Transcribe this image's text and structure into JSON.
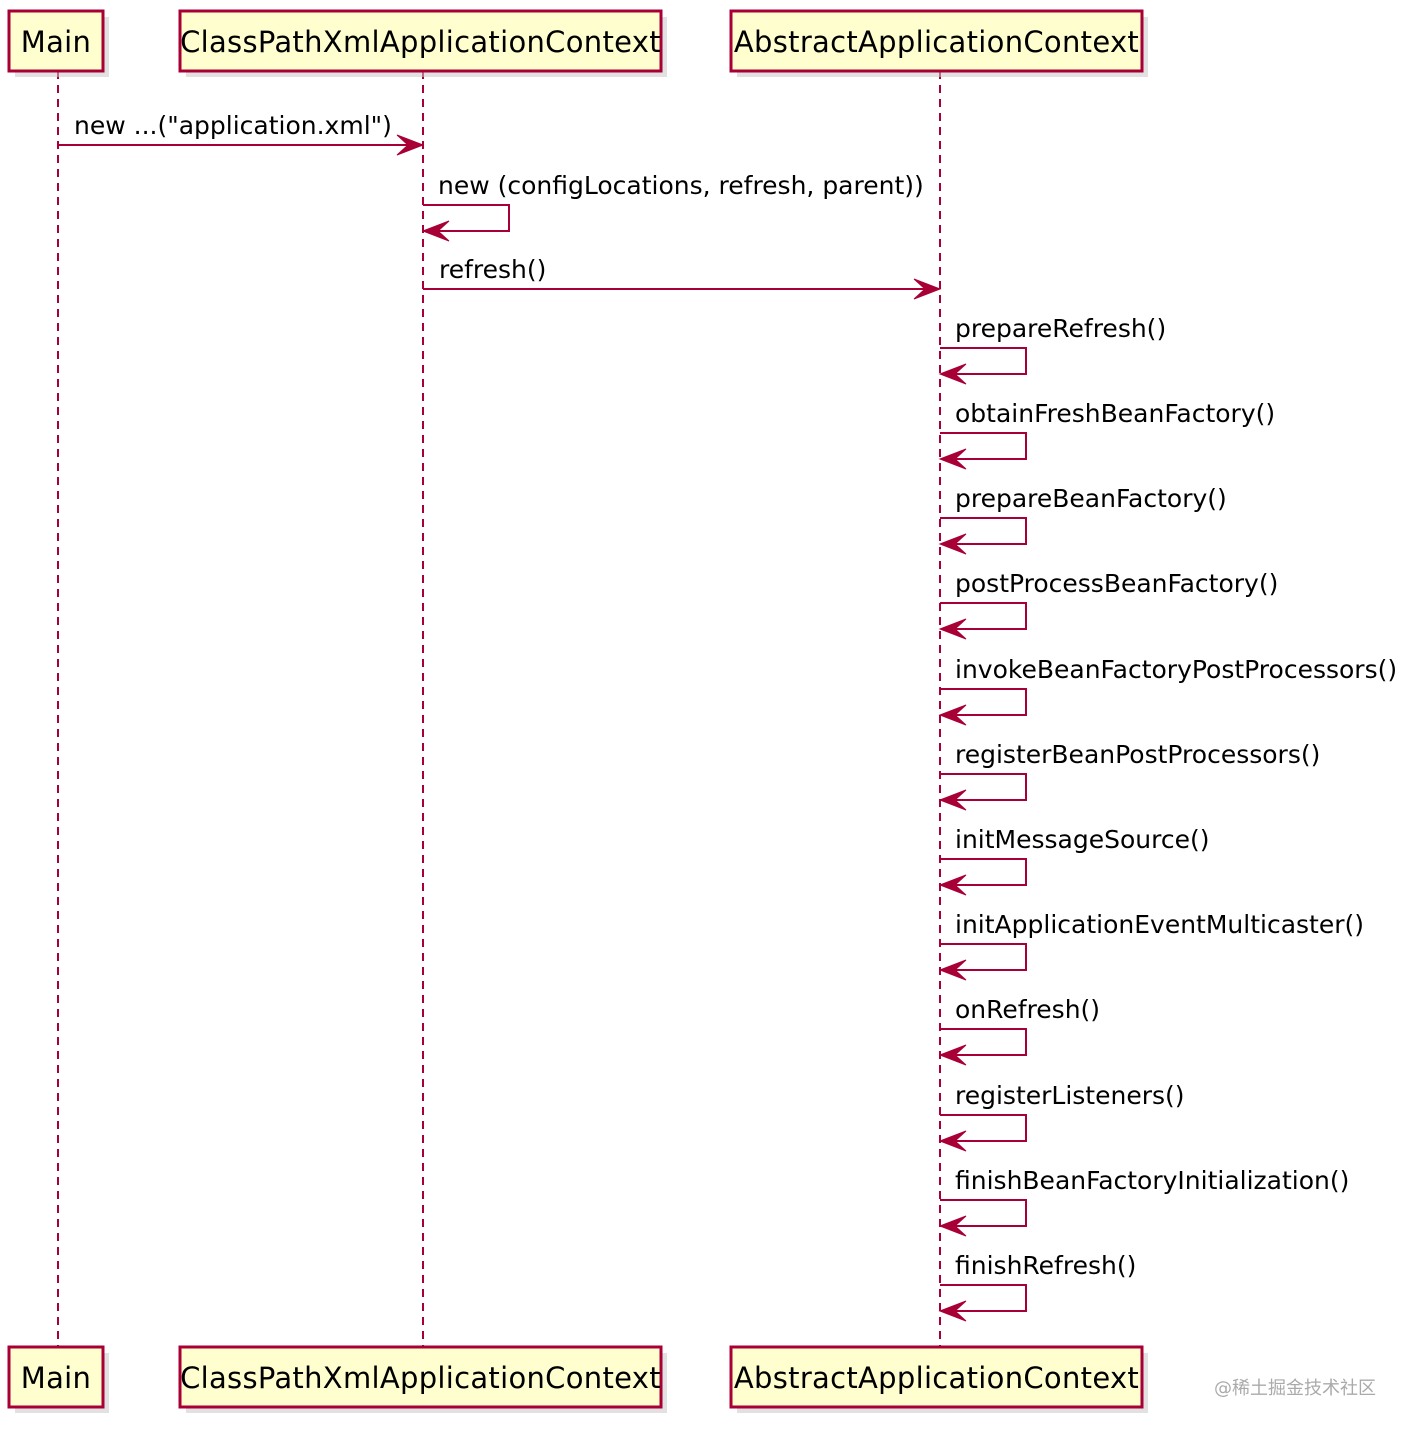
{
  "participants": [
    {
      "id": "main",
      "label": "Main"
    },
    {
      "id": "cpx",
      "label": "ClassPathXmlApplicationContext"
    },
    {
      "id": "aac",
      "label": "AbstractApplicationContext"
    }
  ],
  "messages": [
    {
      "from": "main",
      "to": "cpx",
      "label": "new ...(\"application.xml\")"
    },
    {
      "from": "cpx",
      "to": "cpx",
      "label": "new (configLocations, refresh, parent))"
    },
    {
      "from": "cpx",
      "to": "aac",
      "label": "refresh()"
    },
    {
      "from": "aac",
      "to": "aac",
      "label": "prepareRefresh()"
    },
    {
      "from": "aac",
      "to": "aac",
      "label": "obtainFreshBeanFactory()"
    },
    {
      "from": "aac",
      "to": "aac",
      "label": "prepareBeanFactory()"
    },
    {
      "from": "aac",
      "to": "aac",
      "label": "postProcessBeanFactory()"
    },
    {
      "from": "aac",
      "to": "aac",
      "label": "invokeBeanFactoryPostProcessors()"
    },
    {
      "from": "aac",
      "to": "aac",
      "label": "registerBeanPostProcessors()"
    },
    {
      "from": "aac",
      "to": "aac",
      "label": "initMessageSource()"
    },
    {
      "from": "aac",
      "to": "aac",
      "label": "initApplicationEventMulticaster()"
    },
    {
      "from": "aac",
      "to": "aac",
      "label": "onRefresh()"
    },
    {
      "from": "aac",
      "to": "aac",
      "label": "registerListeners()"
    },
    {
      "from": "aac",
      "to": "aac",
      "label": "finishBeanFactoryInitialization()"
    },
    {
      "from": "aac",
      "to": "aac",
      "label": "finishRefresh()"
    }
  ],
  "colors": {
    "accent": "#a80036",
    "box_fill": "#fefece"
  },
  "watermark": "@稀土掘金技术社区"
}
